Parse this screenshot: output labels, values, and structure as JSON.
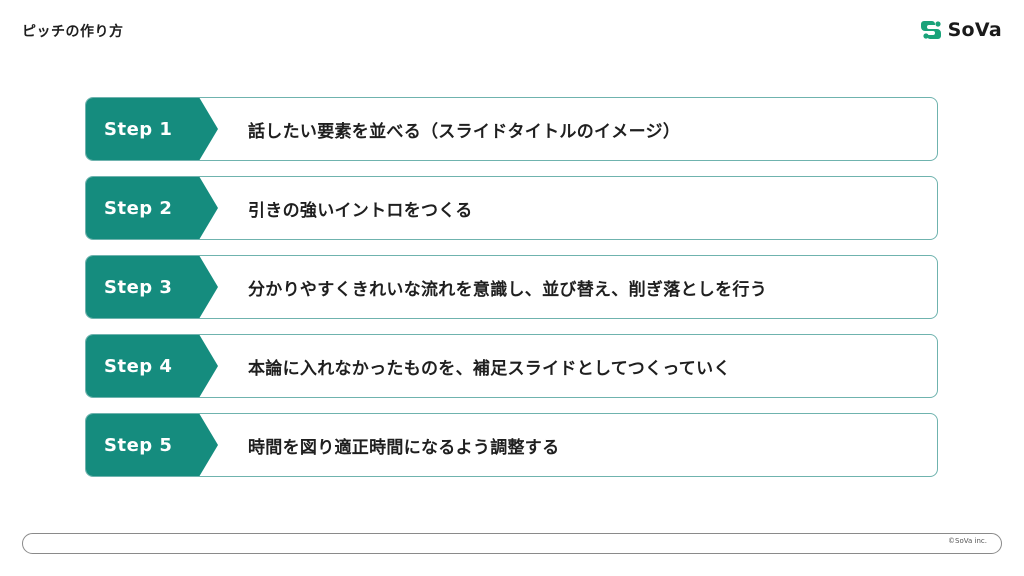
{
  "header": {
    "title": "ピッチの作り方",
    "logo_text": "SoVa",
    "logo_color": "#1aa37a"
  },
  "steps": [
    {
      "label": "Step 1",
      "text": "話したい要素を並べる（スライドタイトルのイメージ）"
    },
    {
      "label": "Step 2",
      "text": "引きの強いイントロをつくる"
    },
    {
      "label": "Step 3",
      "text": "分かりやすくきれいな流れを意識し、並び替え、削ぎ落としを行う"
    },
    {
      "label": "Step 4",
      "text": "本論に入れなかったものを、補足スライドとしてつくっていく"
    },
    {
      "label": "Step 5",
      "text": "時間を図り適正時間になるよう調整する"
    }
  ],
  "colors": {
    "accent": "#158c7e",
    "border": "#6fb3ae"
  },
  "footer": {
    "copyright": "©SoVa inc."
  }
}
